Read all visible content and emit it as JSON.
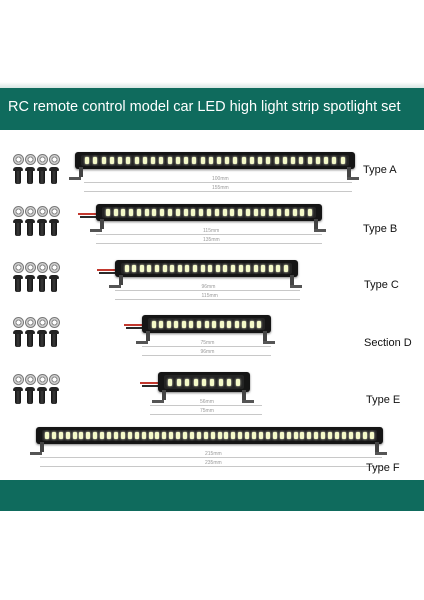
{
  "header": {
    "title": "RC remote control model car LED high light strip spotlight set"
  },
  "rows": [
    {
      "label": "Type A",
      "dims": [
        "100mm",
        "155mm"
      ]
    },
    {
      "label": "Type B",
      "dims": [
        "115mm",
        "135mm"
      ]
    },
    {
      "label": "Type C",
      "dims": [
        "96mm",
        "115mm"
      ]
    },
    {
      "label": "Section D",
      "dims": [
        "75mm",
        "96mm"
      ]
    },
    {
      "label": "Type E",
      "dims": [
        "56mm",
        "75mm"
      ]
    },
    {
      "label": "Type F",
      "dims": [
        "215mm",
        "235mm"
      ]
    }
  ],
  "colors": {
    "band": "#0f6b5d",
    "led": "#f4f9c8",
    "bar": "#151515"
  }
}
